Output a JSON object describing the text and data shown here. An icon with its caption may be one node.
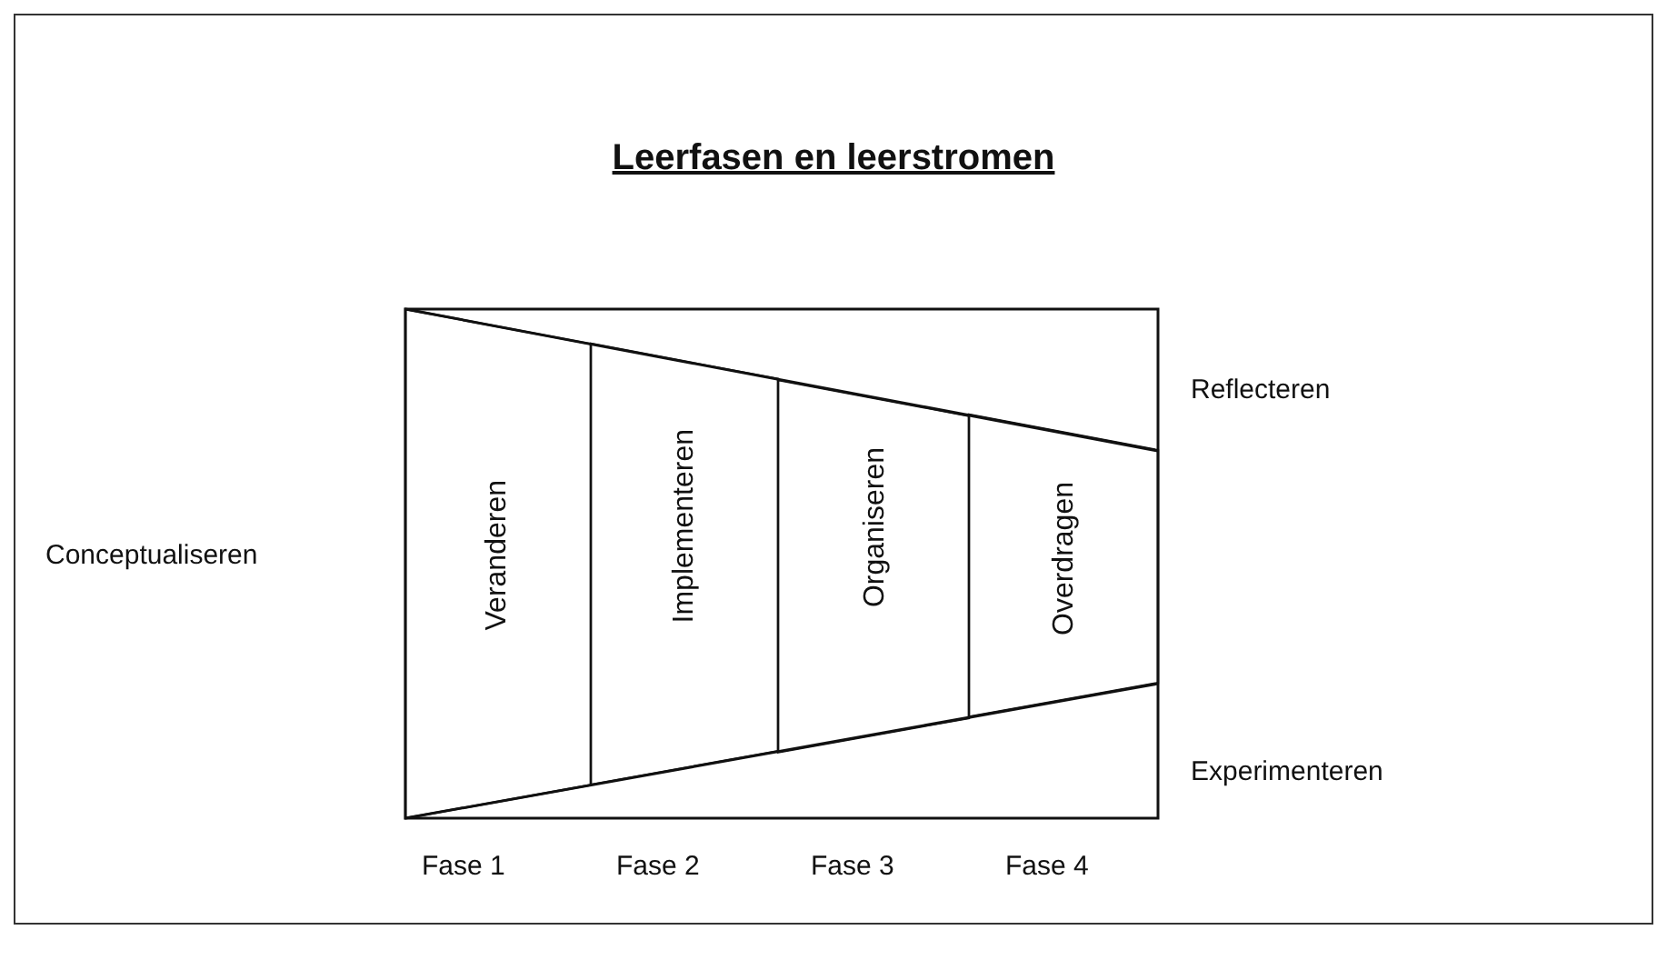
{
  "diagram": {
    "title": "Leerfasen en leerstromen",
    "nodes": [
      {
        "text": [
          "Veranderen"
        ]
      },
      {
        "text": [
          "Implementeren"
        ]
      },
      {
        "text": [
          "Organiseren"
        ]
      },
      {
        "text": [
          "Overdragen"
        ]
      }
    ],
    "labels": [
      "Reflecteren",
      "Conceptualiseren",
      "Experimenteren",
      "Fase 1",
      "Fase 2",
      "Fase 3",
      "Fase 4"
    ]
  }
}
